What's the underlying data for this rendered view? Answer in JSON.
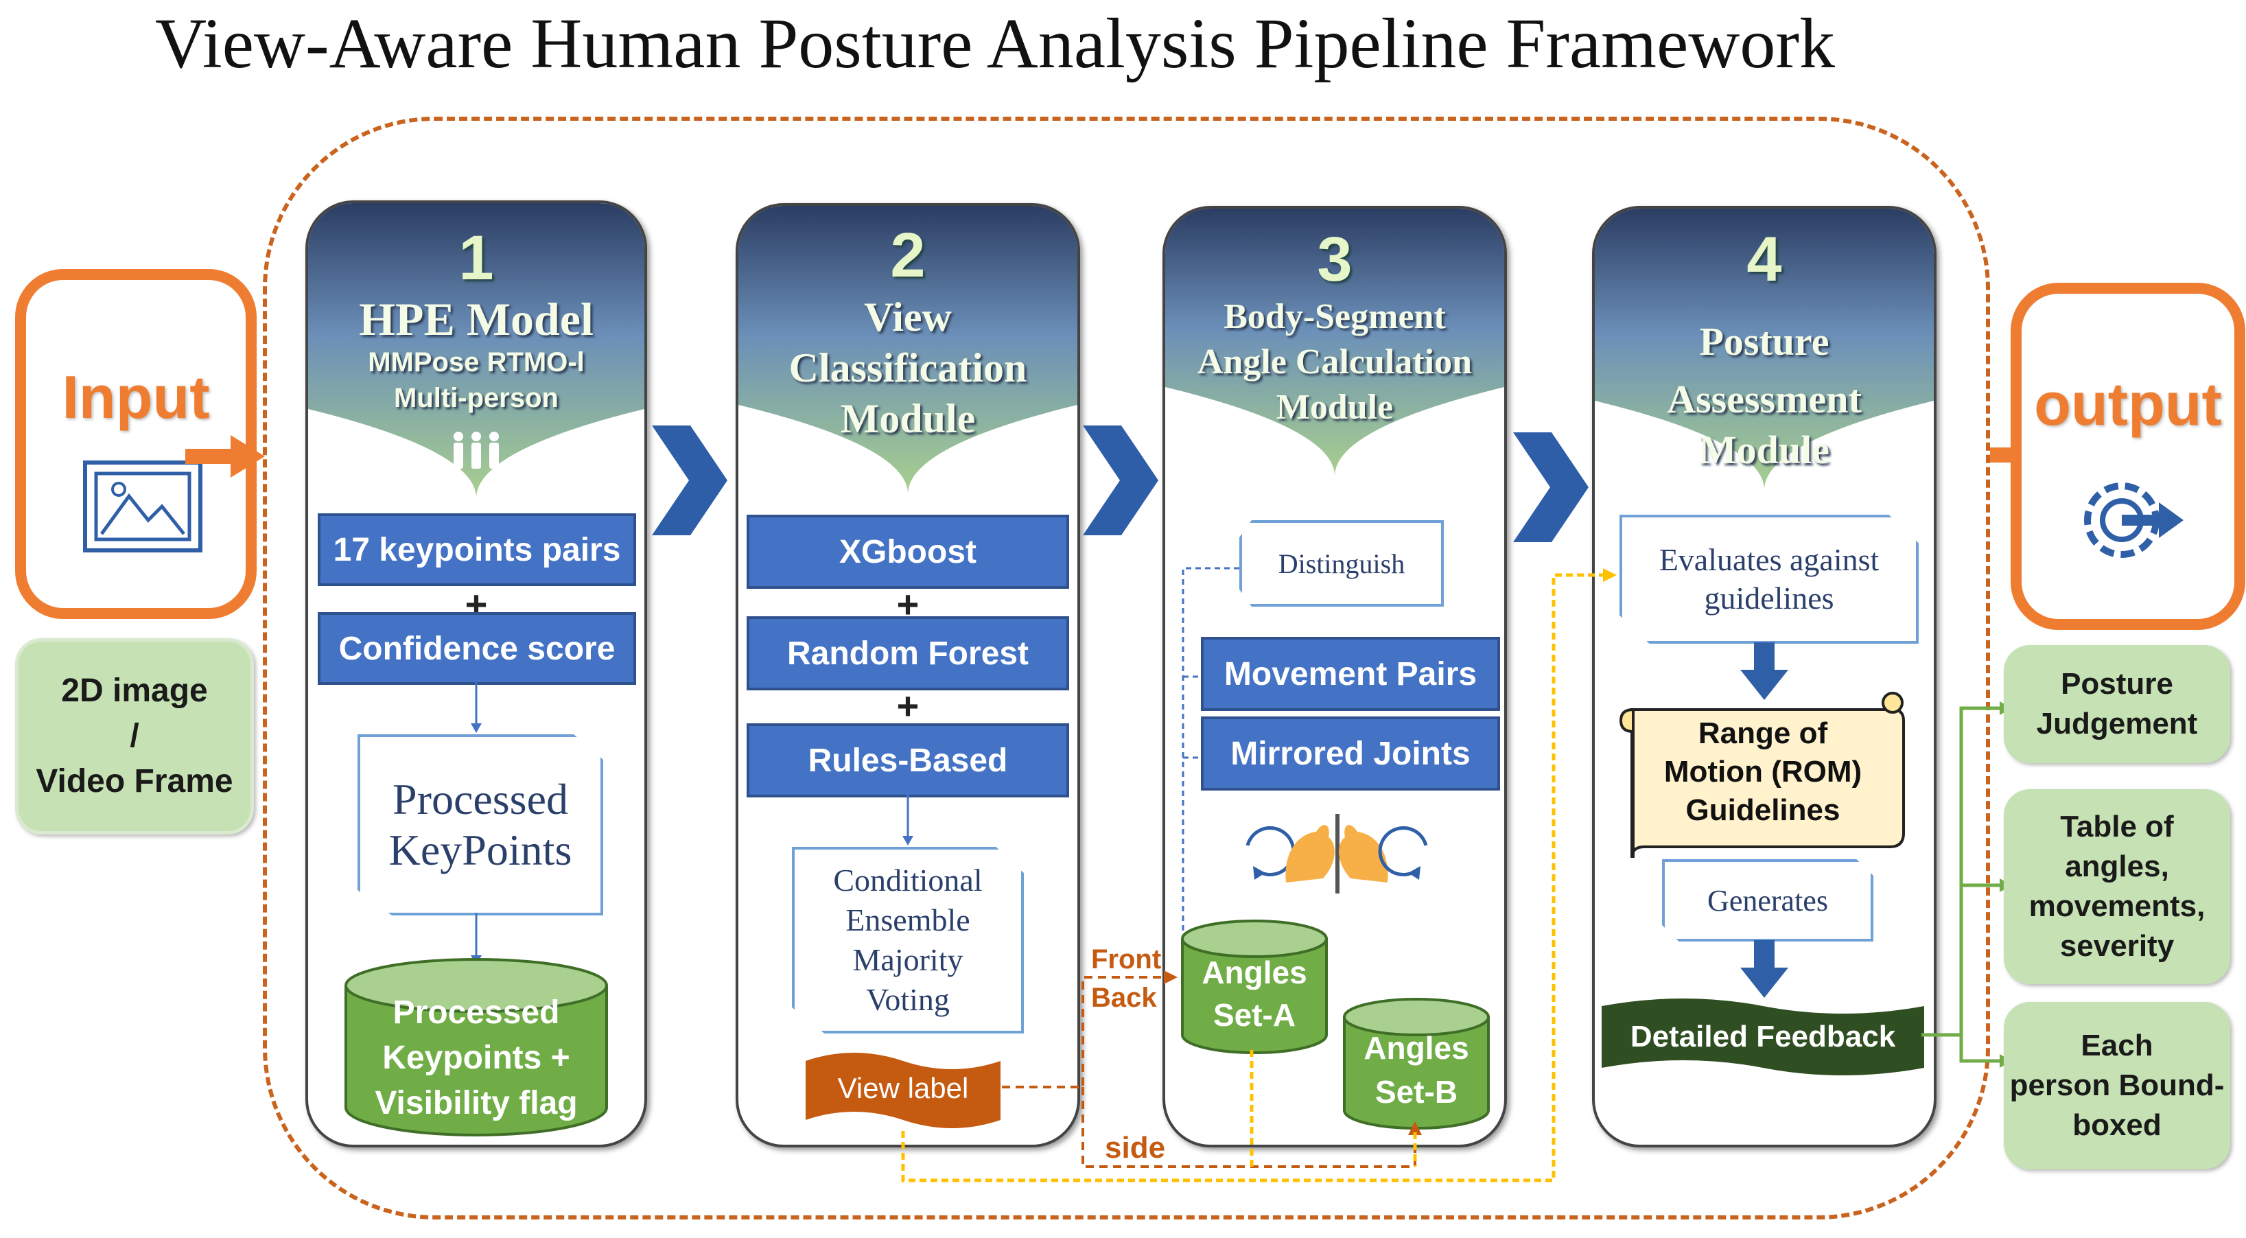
{
  "title": "View-Aware Human Posture Analysis Pipeline Framework",
  "input": {
    "label": "Input",
    "icon": "image-icon",
    "note_lines": [
      "2D image",
      "/",
      "Video Frame"
    ]
  },
  "output": {
    "label": "output",
    "icon": "export-gear-icon",
    "items": [
      [
        "Posture",
        "Judgement"
      ],
      [
        "Table of",
        "angles,",
        "movements,",
        "severity"
      ],
      [
        "Each",
        "person Bound-",
        "boxed"
      ]
    ]
  },
  "module1": {
    "number": "1",
    "title": "HPE Model",
    "subtitle_lines": [
      "MMPose RTMO-l",
      "Multi-person"
    ],
    "icon": "group-people-icon",
    "box1": "17 keypoints pairs",
    "plus": "+",
    "box2": "Confidence score",
    "doc_lines": [
      "Processed",
      "KeyPoints"
    ],
    "cylinder_lines": [
      "Processed",
      "Keypoints +",
      "Visibility flag"
    ]
  },
  "module2": {
    "number": "2",
    "title_lines": [
      "View",
      "Classification",
      "Module"
    ],
    "box1": "XGboost",
    "plus": "+",
    "box2": "Random Forest",
    "box3": "Rules-Based",
    "doc_lines": [
      "Conditional",
      "Ensemble",
      "Majority",
      "Voting"
    ],
    "view_label": "View label"
  },
  "module3": {
    "number": "3",
    "title_lines": [
      "Body-Segment",
      "Angle Calculation",
      "Module"
    ],
    "distinguish": "Distinguish",
    "box1": "Movement Pairs",
    "box2": "Mirrored Joints",
    "icon": "flexed-arms-icon",
    "cyl_a": [
      "Angles",
      "Set-A"
    ],
    "cyl_b": [
      "Angles",
      "Set-B"
    ],
    "route_front": "Front",
    "route_back": "Back",
    "route_side": "side"
  },
  "module4": {
    "number": "4",
    "title_lines": [
      "Posture",
      "Assessment",
      "Module"
    ],
    "evaluate_lines": [
      "Evaluates against",
      "guidelines"
    ],
    "scroll_lines": [
      "Range of",
      "Motion (ROM)",
      "Guidelines"
    ],
    "generates": "Generates",
    "feedback": "Detailed Feedback"
  },
  "colors": {
    "accent_orange": "#ef7d31",
    "module_blue": "#4472c4",
    "cylinder_green": "#70ad47",
    "note_green": "#c6e2b4",
    "feedback_dark": "#2f4f22",
    "view_label_orange": "#c55a11"
  }
}
